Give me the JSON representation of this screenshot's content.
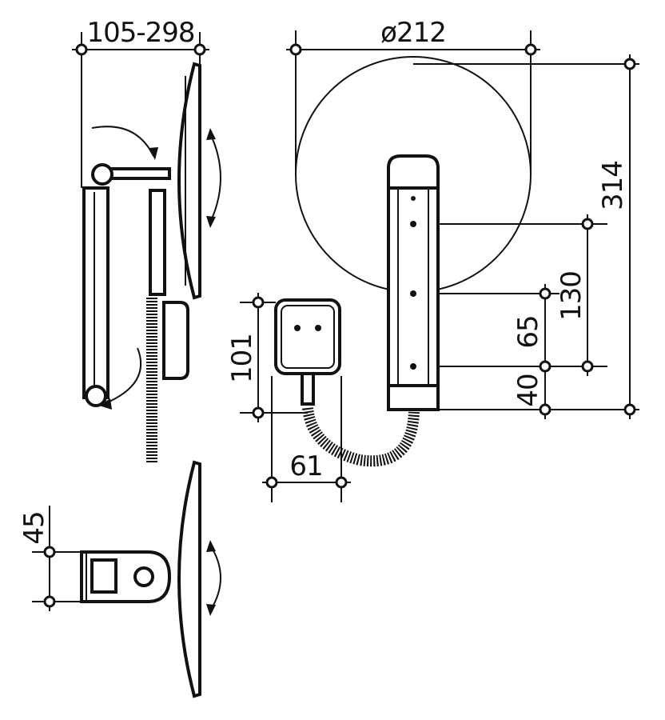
{
  "dimensions": {
    "arm_reach": "105-298",
    "mirror_diameter": "ø212",
    "total_height": "314",
    "bar_span": "130",
    "lower_span": "65",
    "base_offset": "40",
    "plug_height": "101",
    "plug_width": "61",
    "bracket_height": "45"
  },
  "colors": {
    "line": "#111111",
    "background": "#ffffff"
  }
}
